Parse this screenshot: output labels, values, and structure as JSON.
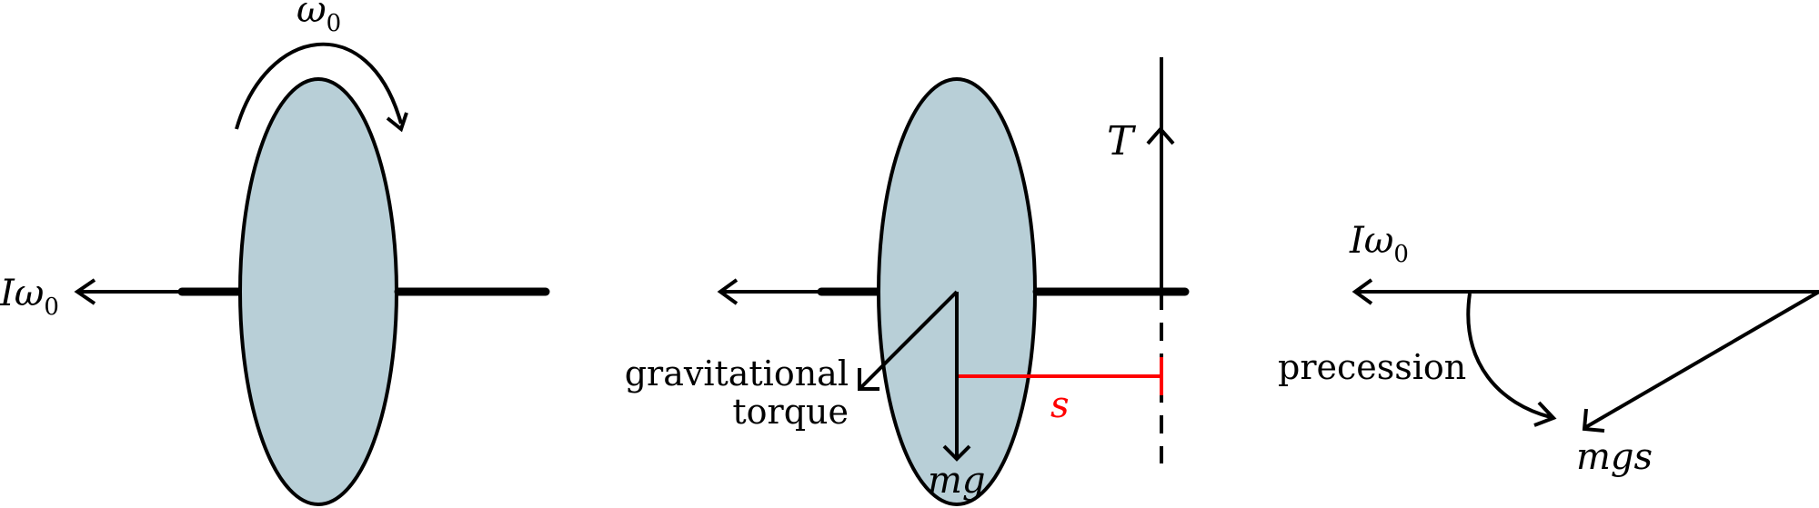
{
  "colors": {
    "disk_fill": "#b8cfd7",
    "stroke": "#000000",
    "lever_arm": "#ff0000"
  },
  "panel1": {
    "omega_label": "ω",
    "omega_sub": "0",
    "angmom_label": "Iω",
    "angmom_sub": "0"
  },
  "panel2": {
    "tension_label": "T",
    "lever_label": "s",
    "weight_label": "mg",
    "torque_line1": "gravitational",
    "torque_line2": "torque"
  },
  "panel3": {
    "angmom_label": "Iω",
    "angmom_sub": "0",
    "precession_label": "precession",
    "torque_label": "mgs"
  }
}
